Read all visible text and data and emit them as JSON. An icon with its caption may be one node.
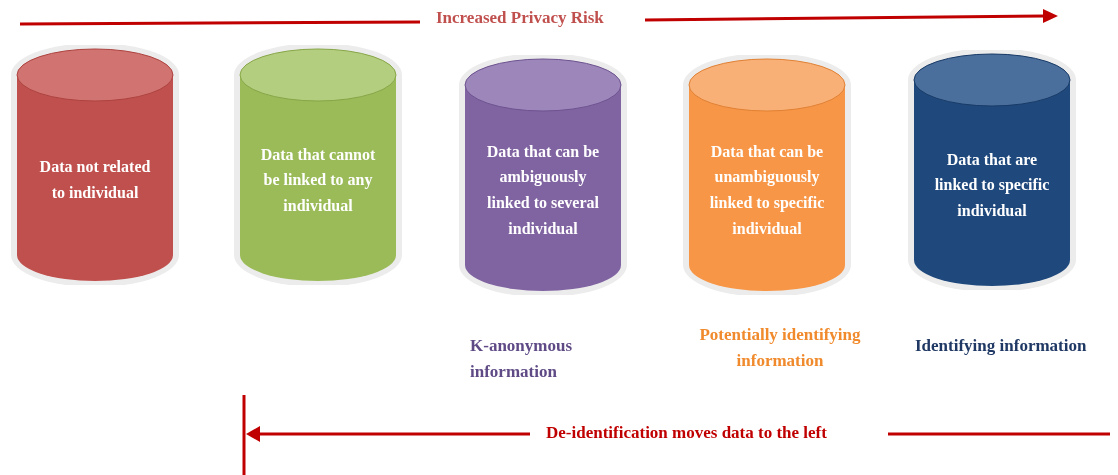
{
  "diagram": {
    "nodes": [
      {
        "text": [
          "Data not related to individual"
        ]
      },
      {
        "text": [
          "Data that cannot be linked to any individual"
        ]
      },
      {
        "text": [
          "Data that can be ambiguously linked to several individual"
        ],
        "beside": [
          "K-anonymous information"
        ]
      },
      {
        "text": [
          "Data that can be unambiguously linked to specific individual"
        ],
        "beside": [
          "Potentially identifying information"
        ]
      },
      {
        "text": [
          "Data that are linked to specific individual"
        ],
        "beside": [
          "Identifying information"
        ]
      }
    ],
    "labels": [
      "Increased Privacy Risk",
      "De-identification moves data to the left"
    ]
  }
}
